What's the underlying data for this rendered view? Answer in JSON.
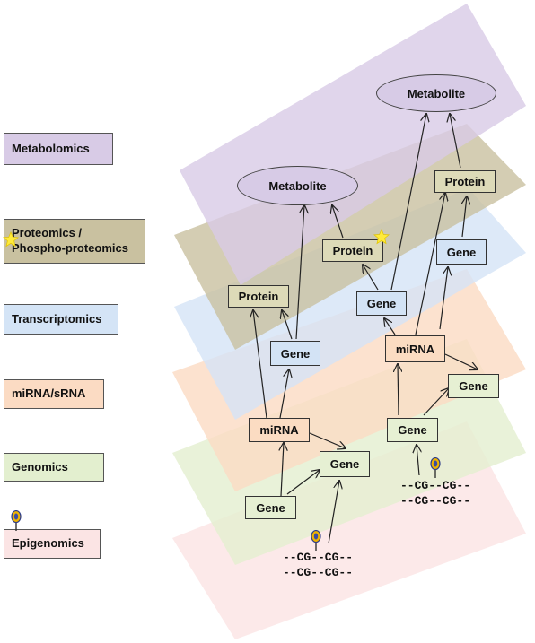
{
  "colors": {
    "metabolomics": "#d8cbe6",
    "proteomics": "#c9c1a0",
    "transcriptomics": "#d4e4f6",
    "mirna": "#fbdbc3",
    "genomics": "#e3efcf",
    "epigenomics": "#fbe4e4",
    "metabolite_fill": "#d7cbe6",
    "protein_fill": "#dddab8",
    "gene_fill": "#d3e3f5",
    "mirna_fill": "#fbdcc2",
    "genomics_gene_fill": "#e6f0d3"
  },
  "legend": {
    "metabolomics": "Metabolomics",
    "proteomics": "Proteomics /\nPhospho-proteomics",
    "transcriptomics": "Transcriptomics",
    "mirna": "miRNA/sRNA",
    "genomics": "Genomics",
    "epigenomics": "Epigenomics"
  },
  "nodes": {
    "metabolite_left": "Metabolite",
    "metabolite_right": "Metabolite",
    "protein_left": "Protein",
    "protein_mid": "Protein",
    "protein_right": "Protein",
    "gene_trans_left": "Gene",
    "gene_trans_mid": "Gene",
    "gene_trans_right": "Gene",
    "mirna_left": "miRNA",
    "mirna_right": "miRNA",
    "gene_geno_left_bottom": "Gene",
    "gene_geno_left_top": "Gene",
    "gene_geno_right_top": "Gene",
    "gene_geno_right_mid": "Gene"
  },
  "cg": {
    "left": "--CG--CG--\n--CG--CG--",
    "right": "--CG--CG--\n--CG--CG--"
  },
  "icons": {
    "star": "star-icon",
    "methyl_pin": "methylation-pin-icon"
  }
}
